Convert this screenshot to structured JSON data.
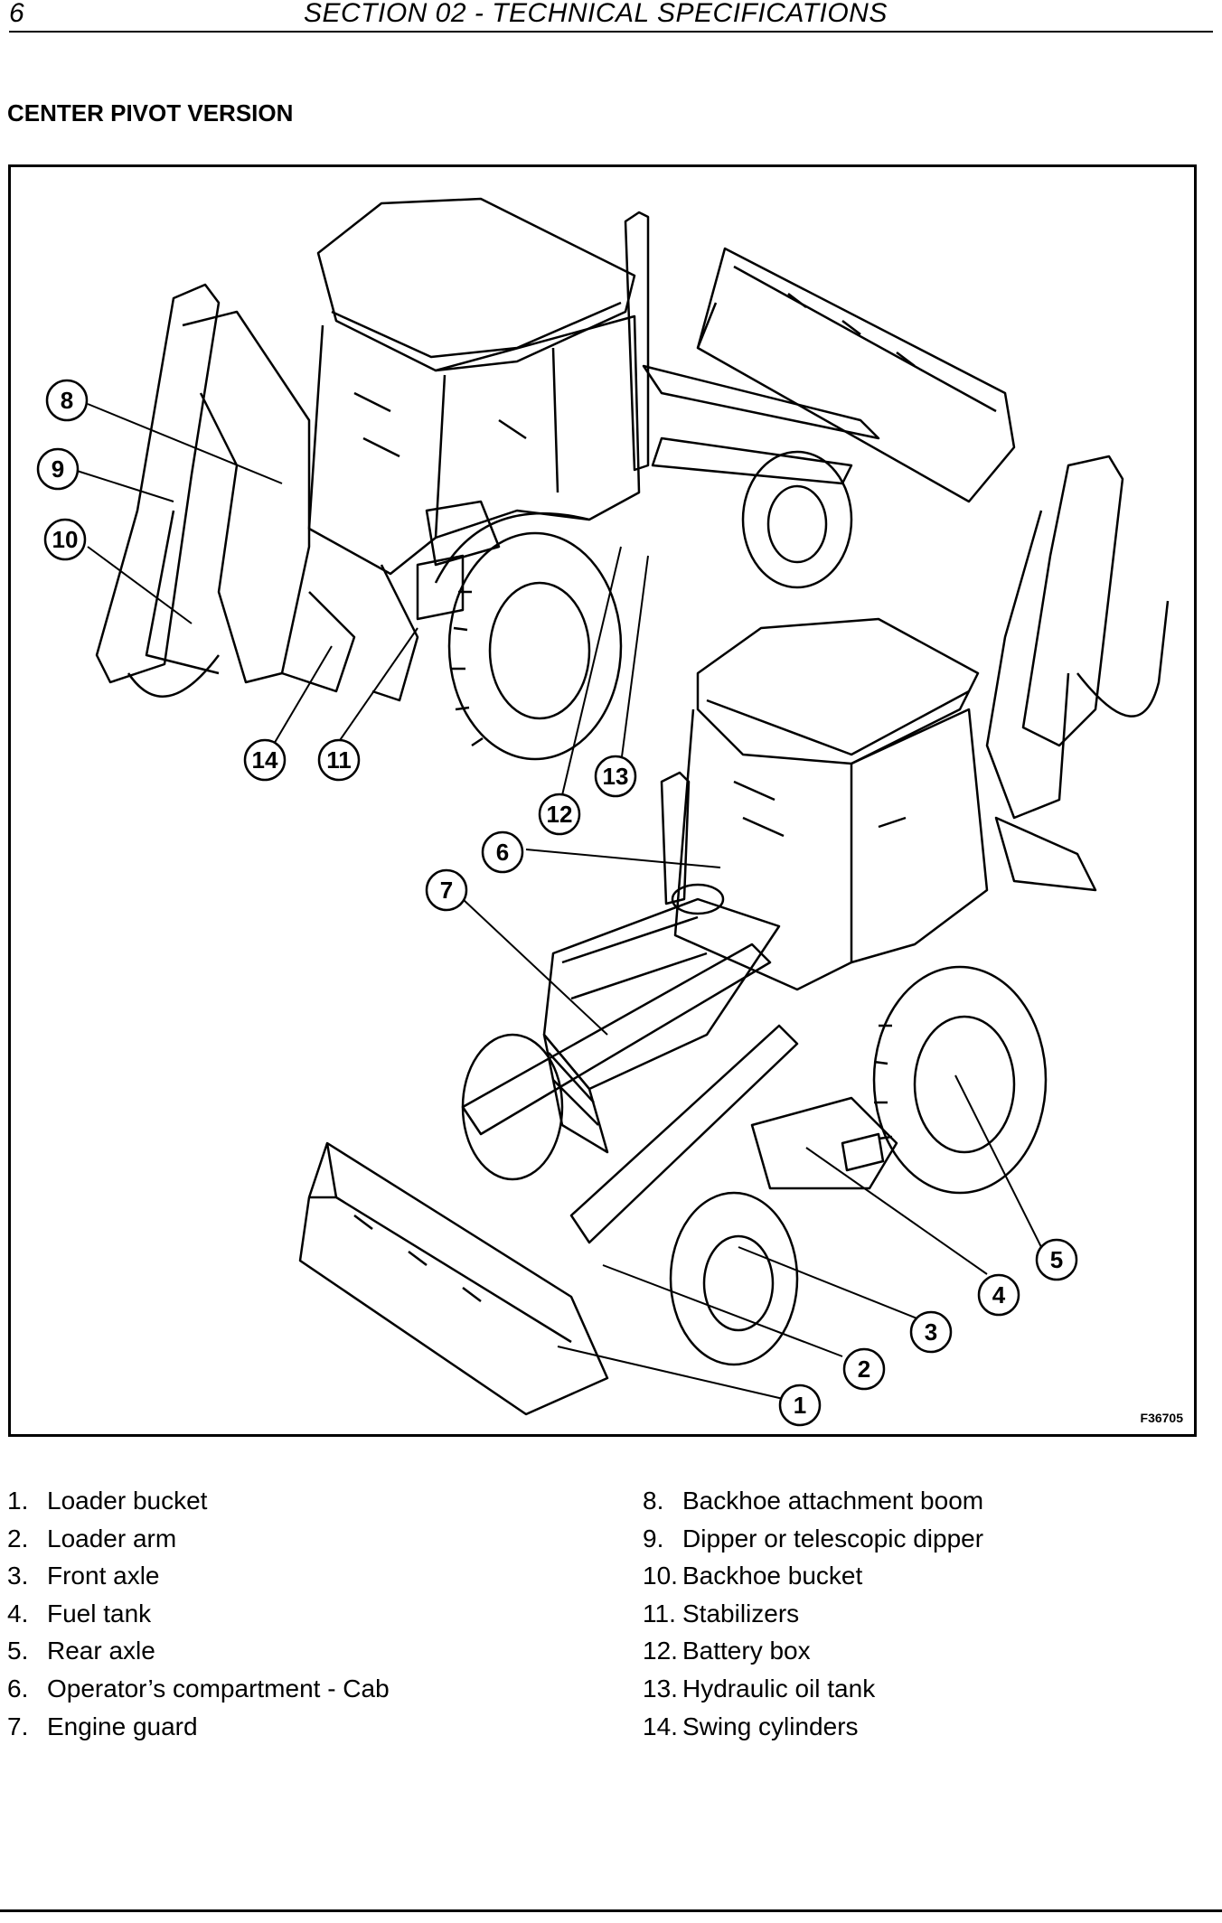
{
  "header": {
    "page_number": "6",
    "section_title": "SECTION 02 - TECHNICAL SPECIFICATIONS"
  },
  "version_title": "CENTER PIVOT VERSION",
  "figure": {
    "code": "F36705",
    "callouts": [
      "1",
      "2",
      "3",
      "4",
      "5",
      "6",
      "7",
      "8",
      "9",
      "10",
      "11",
      "12",
      "13",
      "14"
    ]
  },
  "legend": {
    "left": [
      {
        "num": "1.",
        "label": "Loader bucket"
      },
      {
        "num": "2.",
        "label": "Loader arm"
      },
      {
        "num": "3.",
        "label": "Front axle"
      },
      {
        "num": "4.",
        "label": "Fuel tank"
      },
      {
        "num": "5.",
        "label": "Rear axle"
      },
      {
        "num": "6.",
        "label": "Operator’s compartment - Cab"
      },
      {
        "num": "7.",
        "label": "Engine guard"
      }
    ],
    "right": [
      {
        "num": "8.",
        "label": "Backhoe attachment boom"
      },
      {
        "num": "9.",
        "label": "Dipper or telescopic dipper"
      },
      {
        "num": "10.",
        "label": "Backhoe bucket"
      },
      {
        "num": "11.",
        "label": "Stabilizers"
      },
      {
        "num": "12.",
        "label": "Battery box"
      },
      {
        "num": "13.",
        "label": "Hydraulic oil tank"
      },
      {
        "num": "14.",
        "label": "Swing cylinders"
      }
    ]
  }
}
